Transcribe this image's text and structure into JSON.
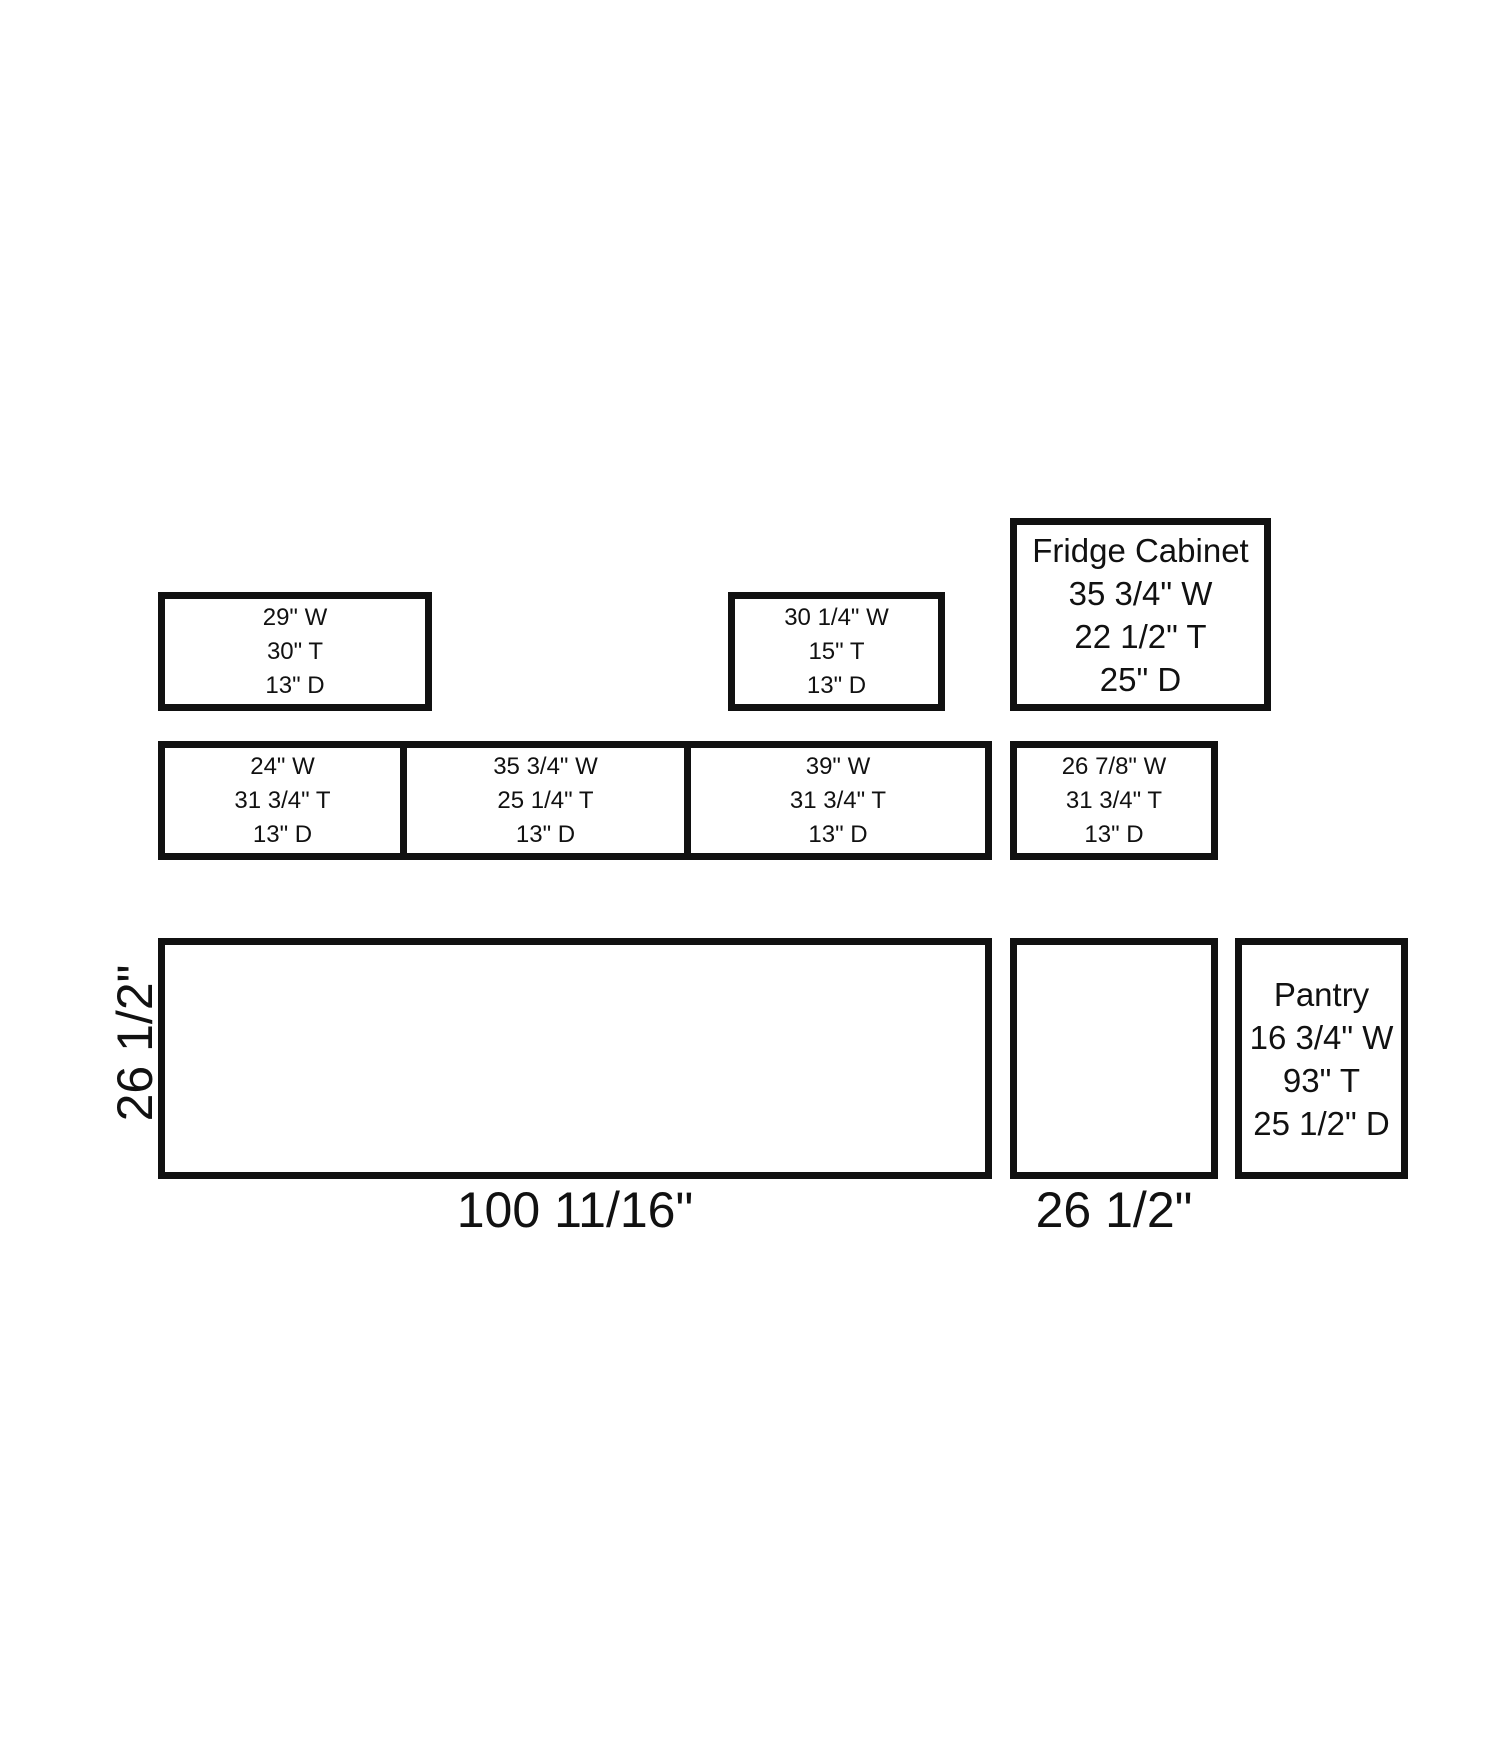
{
  "upper_cabinets": [
    {
      "width": "29\" W",
      "tall": "30\" T",
      "depth": "13\" D"
    },
    {
      "width": "30 1/4\" W",
      "tall": "15\" T",
      "depth": "13\" D"
    }
  ],
  "fridge_cabinet": {
    "label": "Fridge Cabinet",
    "width": "35 3/4\" W",
    "tall": "22 1/2\" T",
    "depth": "25\" D"
  },
  "base_cabinets": [
    {
      "width": "24\" W",
      "tall": "31 3/4\" T",
      "depth": "13\" D"
    },
    {
      "width": "35 3/4\" W",
      "tall": "25 1/4\" T",
      "depth": "13\" D"
    },
    {
      "width": "39\" W",
      "tall": "31 3/4\" T",
      "depth": "13\" D"
    },
    {
      "width": "26 7/8\" W",
      "tall": "31 3/4\" T",
      "depth": "13\" D"
    }
  ],
  "pantry": {
    "label": "Pantry",
    "width": "16 3/4\" W",
    "tall": "93\" T",
    "depth": "25 1/2\" D"
  },
  "dimensions": {
    "left_height": "26 1/2\"",
    "main_width": "100 11/16\"",
    "fridge_width": "26 1/2\""
  }
}
